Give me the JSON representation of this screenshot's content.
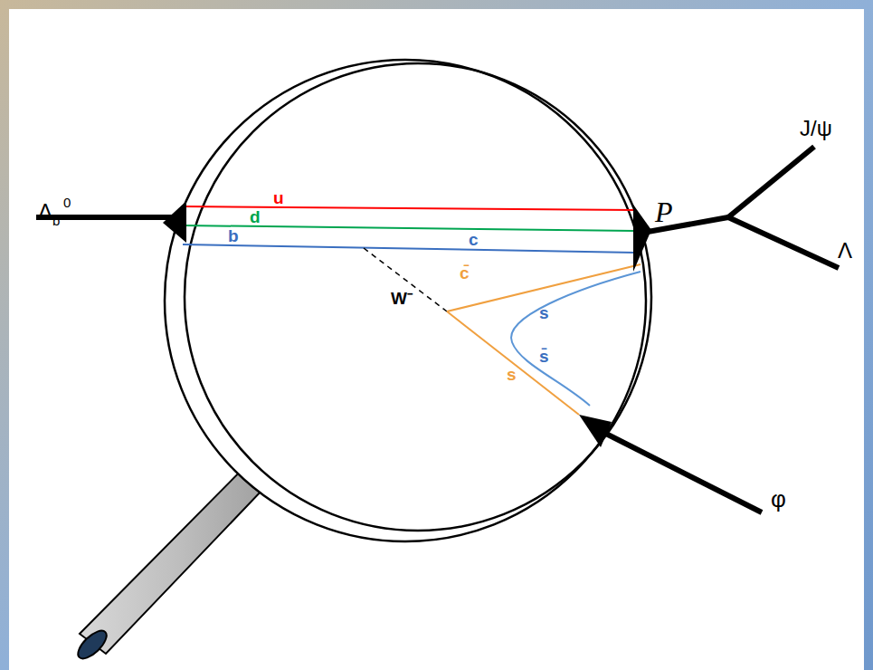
{
  "diagram": {
    "labels": [
      "Λ",
      "b",
      "0",
      "u",
      "d",
      "b",
      "c",
      "W⁻",
      "c̄",
      "s",
      "s̄",
      "s",
      "P",
      "J/ψ",
      "Λ",
      "φ"
    ]
  }
}
